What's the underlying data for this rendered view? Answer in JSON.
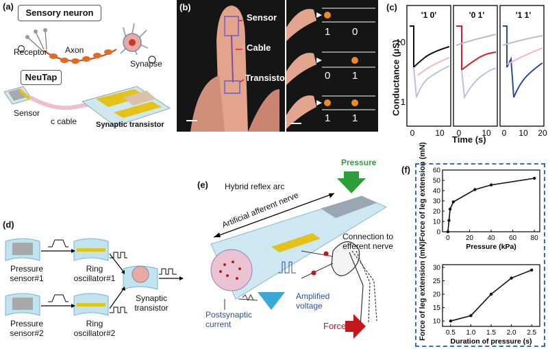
{
  "panels": {
    "a": {
      "label": "(a)",
      "title_top": "Sensory neuron",
      "title_bottom": "NeuTap",
      "receptor": "Receptor",
      "axon": "Axon",
      "synapse": "Synapse",
      "sensor": "Sensor",
      "cable": "c cable",
      "transistor": "Synaptic transistor",
      "colors": {
        "axon": "#e46a1f",
        "neuron": "#d85b3a",
        "substrate": "#cfe8ef",
        "electrode": "#e3c21a"
      }
    },
    "b": {
      "label": "(b)",
      "sensor": "Sensor",
      "cable": "Cable",
      "transistor": "Transistor",
      "codes": [
        [
          "1",
          "0"
        ],
        [
          "0",
          "1"
        ],
        [
          "1",
          "1"
        ]
      ]
    },
    "c": {
      "label": "(c)",
      "titles": [
        "'1 0'",
        "'0 1'",
        "'1 1'"
      ],
      "ylabel": "Conductance (μS)",
      "xlabel": "Time (s)",
      "y_ticks": [
        "10",
        "1"
      ],
      "x_ticks_1": [
        "0",
        "10"
      ],
      "x_ticks_3": [
        "0",
        "10",
        "20"
      ],
      "colors": {
        "c10": "#111111",
        "c01": "#d61f26",
        "c11": "#2b4a9a",
        "faded_pink": "#f0b8bc",
        "faded_blue": "#b8c3e2",
        "faded_gray": "#bdbdbd"
      }
    },
    "d": {
      "label": "(d)",
      "pressure1": [
        "Pressure",
        "sensor#1"
      ],
      "pressure2": [
        "Pressure",
        "sensor#2"
      ],
      "ring1": [
        "Ring",
        "oscillator#1"
      ],
      "ring2": [
        "Ring",
        "oscillator#2"
      ],
      "synaptic": [
        "Synaptic",
        "transistor"
      ]
    },
    "e": {
      "label": "(e)",
      "hybrid": "Hybrid reflex arc",
      "afferent": "Artificial afferent nerve",
      "pressure": "Pressure",
      "connection": [
        "Connection to",
        "efferent nerve"
      ],
      "amplified": [
        "Amplified",
        "voltage"
      ],
      "postsynaptic": [
        "Postsynaptic",
        "current"
      ],
      "force": "Force",
      "colors": {
        "pressure": "#2e9e3a",
        "force": "#c4161c",
        "blue_text": "#2c4fa0",
        "amp": "#3aa9d6"
      }
    },
    "f": {
      "label": "(f)",
      "ylabel_top": "Force of leg extension (mN)",
      "ylabel_bottom": "Force of leg extension (mN)",
      "frame_color": "#2e6fb3"
    }
  },
  "chart_data": [
    {
      "type": "line",
      "x": [
        0,
        1,
        2,
        5,
        25,
        40,
        80
      ],
      "values": [
        0,
        11,
        22,
        29,
        41,
        45.5,
        52
      ],
      "title": "",
      "xlabel": "Pressure (kPa)",
      "ylabel": "Force of leg extension (mN)",
      "xlim": [
        -5,
        85
      ],
      "ylim": [
        0,
        60
      ],
      "x_ticks": [
        0,
        20,
        40,
        60,
        80
      ],
      "y_ticks": [
        0,
        10,
        20,
        30,
        40,
        50,
        60
      ]
    },
    {
      "type": "line",
      "x": [
        0.5,
        1.0,
        1.5,
        2.0,
        2.5
      ],
      "values": [
        10,
        12,
        20,
        26,
        29
      ],
      "title": "",
      "xlabel": "Duration of pressure (s)",
      "ylabel": "Force of leg extension (mN)",
      "xlim": [
        0.3,
        2.7
      ],
      "ylim": [
        8,
        31
      ],
      "x_ticks": [
        0.5,
        1.0,
        1.5,
        2.0,
        2.5
      ],
      "y_ticks": [
        10,
        15,
        20,
        25,
        30
      ]
    }
  ]
}
